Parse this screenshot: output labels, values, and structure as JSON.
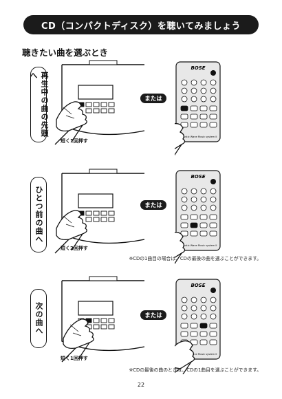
{
  "header": {
    "title": "CD（コンパクトディスク）を聴いてみましょう"
  },
  "section": {
    "heading": "聴きたい曲を選ぶとき"
  },
  "or_label": "または",
  "rows": [
    {
      "label": "再生中の曲の先頭へ",
      "press_note": "短く1回押す",
      "footnote": ""
    },
    {
      "label": "ひとつ前の曲へ",
      "press_note": "短く2回押す",
      "footnote": "※CDの1曲目の場合は、CDの最後の曲を選ぶことができます。"
    },
    {
      "label": "次の曲へ",
      "press_note": "短く1回押す",
      "footnote": "※CDの最後の曲のときは、CDの1曲目を選ぶことができます。"
    }
  ],
  "remote": {
    "brand": "BOSE",
    "footer_text": "Acoustic Wave Music system II"
  },
  "page_number": "22"
}
